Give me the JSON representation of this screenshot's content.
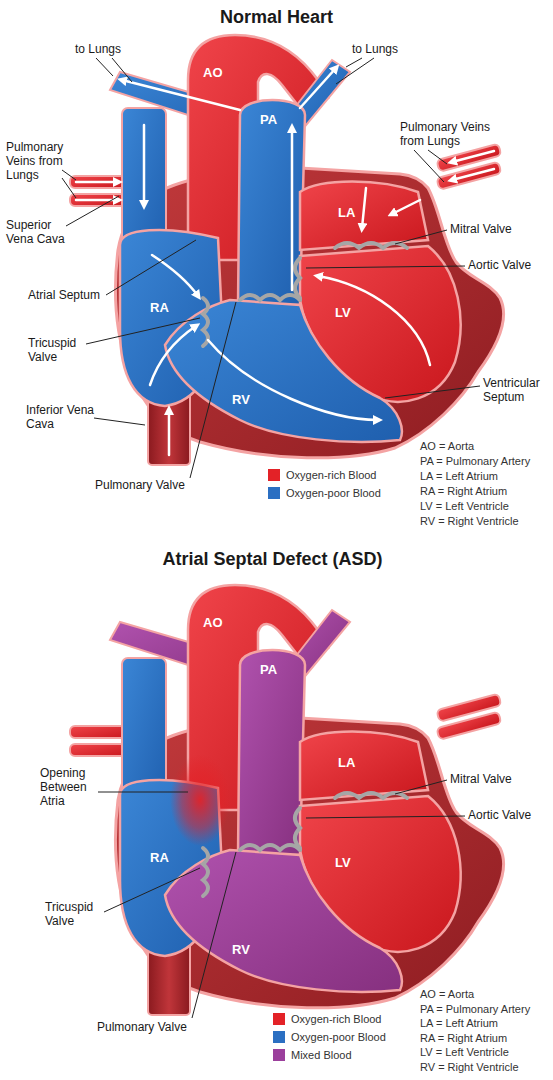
{
  "diagram": {
    "title": "Normal Heart",
    "labels": [
      "to Lungs",
      "to Lungs",
      "Pulmonary Veins from Lungs",
      "Pulmonary Veins from Lungs",
      "AO",
      "PA",
      "LA",
      "Superior Vena Cava",
      "Mitral Valve",
      "Atrial Septum",
      "Aortic Valve",
      "RA",
      "LV",
      "Tricuspid Valve",
      "RV",
      "Ventricular Septum",
      "Inferior Vena Cava",
      "Pulmonary Valve",
      "AO = Aorta",
      "PA = Pulmonary Artery",
      "LA = Left Atrium",
      "RA = Right Atrium",
      "LV = Left Ventricle",
      "RV = Right Ventricle",
      "Atrial Septal Defect (ASD)",
      "AO",
      "PA",
      "LA",
      "Opening Between Atria",
      "Mitral Valve",
      "Aortic Valve",
      "RA",
      "LV",
      "Tricuspid Valve",
      "RV",
      "Pulmonary Valve",
      "AO = Aorta",
      "PA = Pulmonary Artery",
      "LA = Left Atrium",
      "RA = Right Atrium",
      "LV = Left Ventricle",
      "RV = Right Ventricle"
    ],
    "legend": [
      {
        "text": "Oxygen-rich Blood",
        "color": "#e32227"
      },
      {
        "text": "Oxygen-poor Blood",
        "color": "#2b6fc2"
      },
      {
        "text": "Oxygen-rich Blood",
        "color": "#e32227"
      },
      {
        "text": "Oxygen-poor Blood",
        "color": "#2b6fc2"
      },
      {
        "text": "Mixed Blood",
        "color": "#9b3f9c"
      }
    ]
  }
}
